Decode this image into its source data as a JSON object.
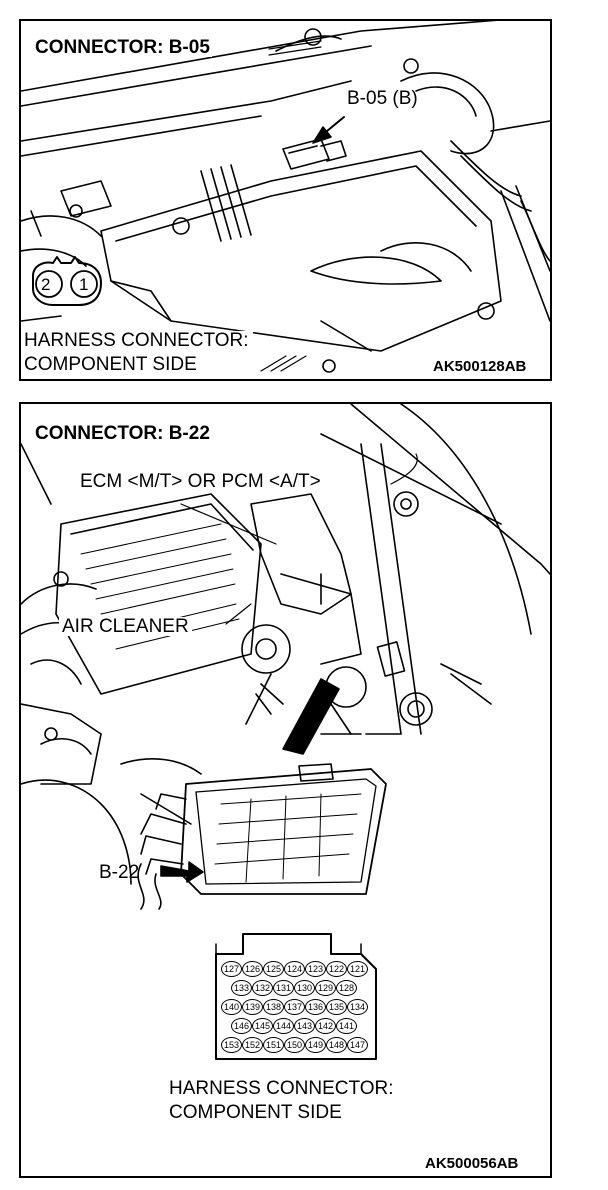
{
  "panel1": {
    "title": "CONNECTOR: B-05",
    "callout": "B-05 (B)",
    "pins": [
      "2",
      "1"
    ],
    "caption_line1": "HARNESS CONNECTOR:",
    "caption_line2": "COMPONENT SIDE",
    "code": "AK500128AB"
  },
  "panel2": {
    "title": "CONNECTOR: B-22",
    "ecm_label": "ECM <M/T> OR PCM <A/T>",
    "air_cleaner_label": "AIR CLEANER",
    "connector_label": "B-22",
    "pin_rows": [
      [
        "127",
        "126",
        "125",
        "124",
        "123",
        "122",
        "121"
      ],
      [
        "133",
        "132",
        "131",
        "130",
        "129",
        "128"
      ],
      [
        "140",
        "139",
        "138",
        "137",
        "136",
        "135",
        "134"
      ],
      [
        "146",
        "145",
        "144",
        "143",
        "142",
        "141"
      ],
      [
        "153",
        "152",
        "151",
        "150",
        "149",
        "148",
        "147"
      ]
    ],
    "caption_line1": "HARNESS CONNECTOR:",
    "caption_line2": "COMPONENT SIDE",
    "code": "AK500056AB"
  }
}
